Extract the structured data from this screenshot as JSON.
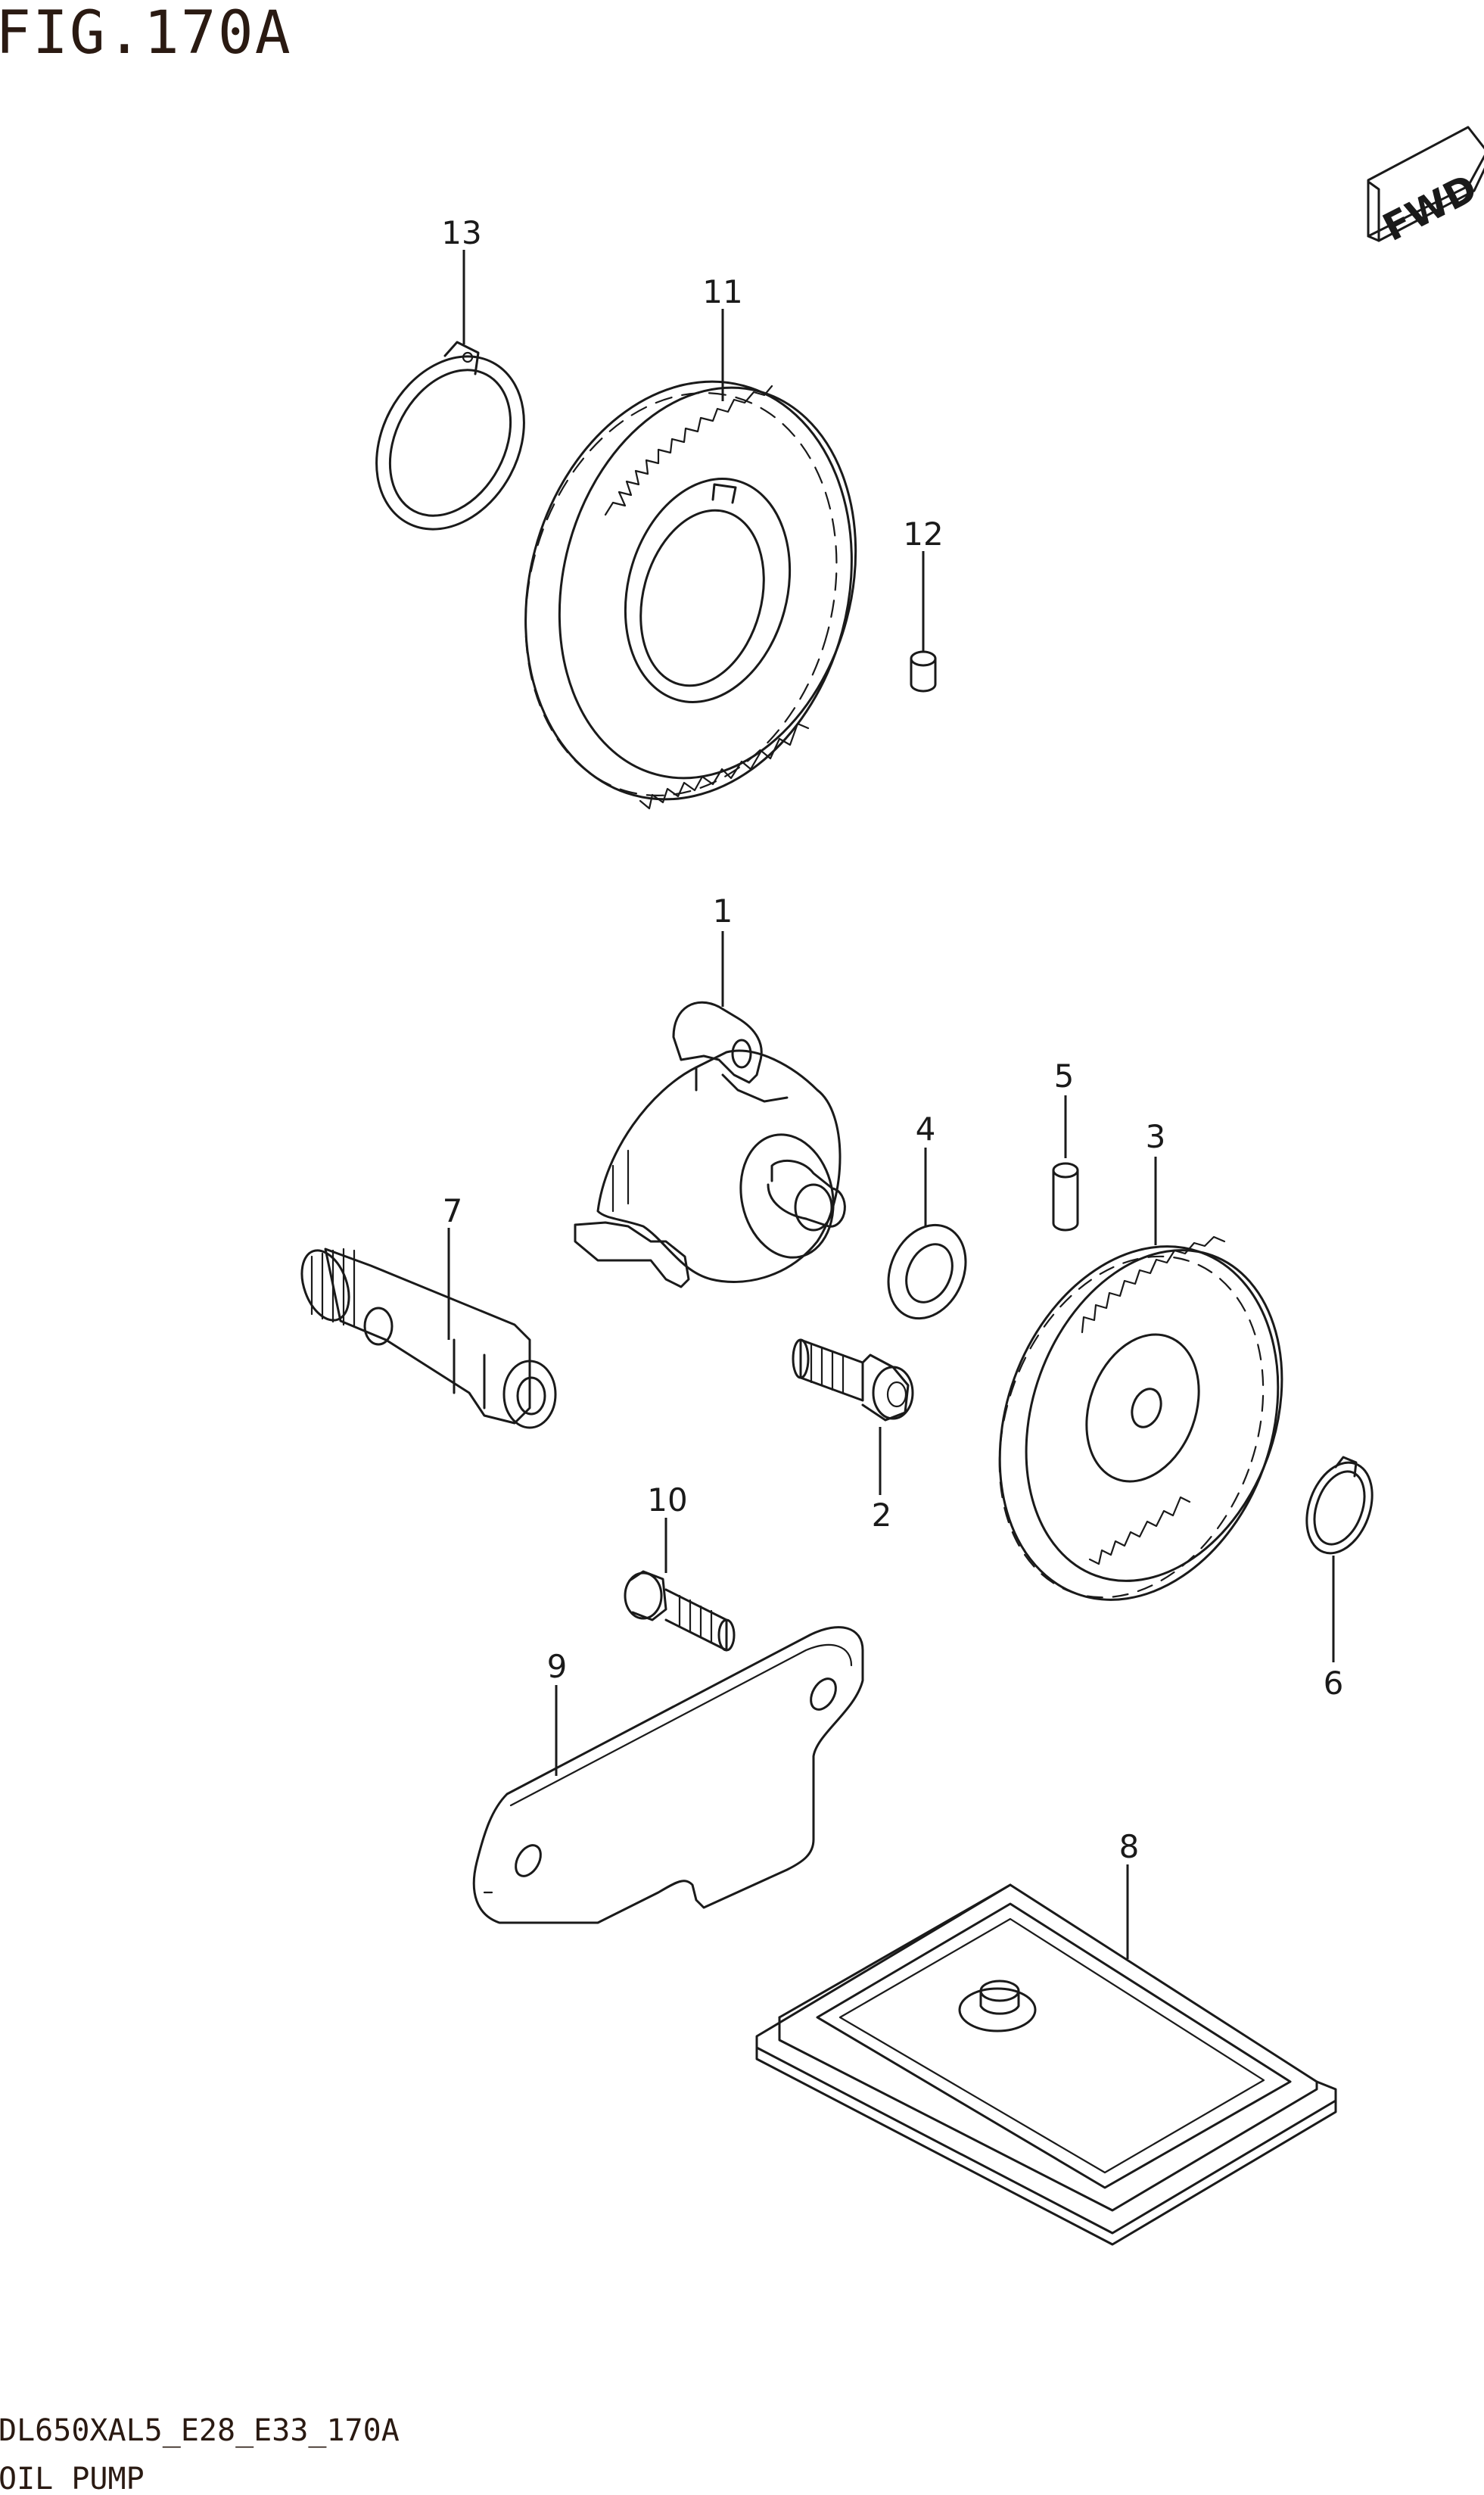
{
  "figure": {
    "title": "FIG.170A"
  },
  "direction_badge": {
    "label": "FWD",
    "icon": "forward-arrow-icon"
  },
  "callouts": [
    "1",
    "2",
    "3",
    "4",
    "5",
    "6",
    "7",
    "8",
    "9",
    "10",
    "11",
    "12",
    "13"
  ],
  "footer": {
    "model_code": "DL650XAL5_E28_E33_170A",
    "section_name": "OIL PUMP"
  },
  "colors": {
    "line": "#1a1a1a",
    "title_text": "#2a1a12",
    "background": "#ffffff"
  }
}
